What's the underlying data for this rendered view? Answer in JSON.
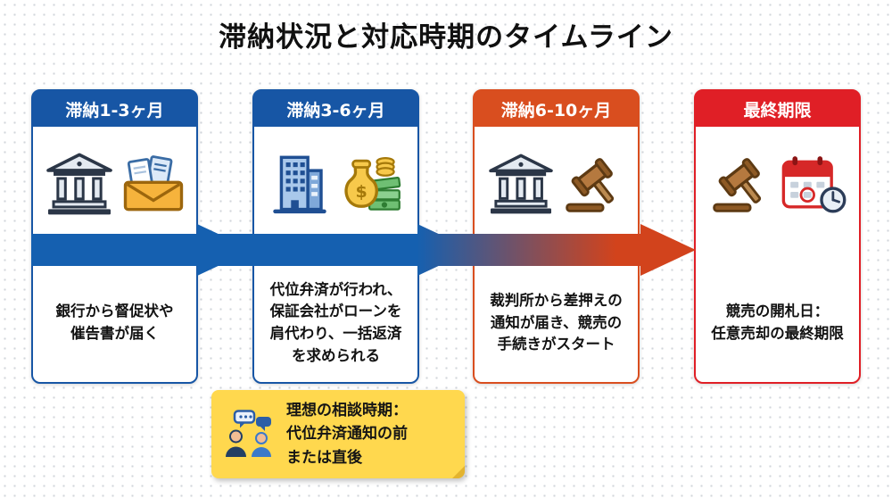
{
  "title": "滞納状況と対応時期のタイムライン",
  "timeline": {
    "cards": [
      {
        "header": "滞納1-3ヶ月",
        "body": "銀行から督促状や\n催告書が届く",
        "accent_color": "#1756a5",
        "icons": [
          "bank-icon",
          "mail-icon"
        ]
      },
      {
        "header": "滞納3-6ヶ月",
        "body": "代位弁済が行われ、\n保証会社がローンを\n肩代わり、一括返済\nを求められる",
        "accent_color": "#1756a5",
        "icons": [
          "office-building-icon",
          "money-bag-icon"
        ]
      },
      {
        "header": "滞納6-10ヶ月",
        "body": "裁判所から差押えの\n通知が届き、競売の\n手続きがスタート",
        "accent_color": "#d94e1f",
        "icons": [
          "courthouse-icon",
          "gavel-icon"
        ]
      },
      {
        "header": "最終期限",
        "body": "競売の開札日：\n任意売却の最終期限",
        "accent_color": "#e01f26",
        "icons": [
          "gavel-icon",
          "calendar-clock-icon"
        ]
      }
    ],
    "arrow": {
      "start_color": "#1560b0",
      "end_color": "#d2431c"
    }
  },
  "note": {
    "text": "理想の相談時期：\n代位弁済通知の前\nまたは直後",
    "background_color": "#ffd84e",
    "icon": "consultation-chat-icon"
  }
}
